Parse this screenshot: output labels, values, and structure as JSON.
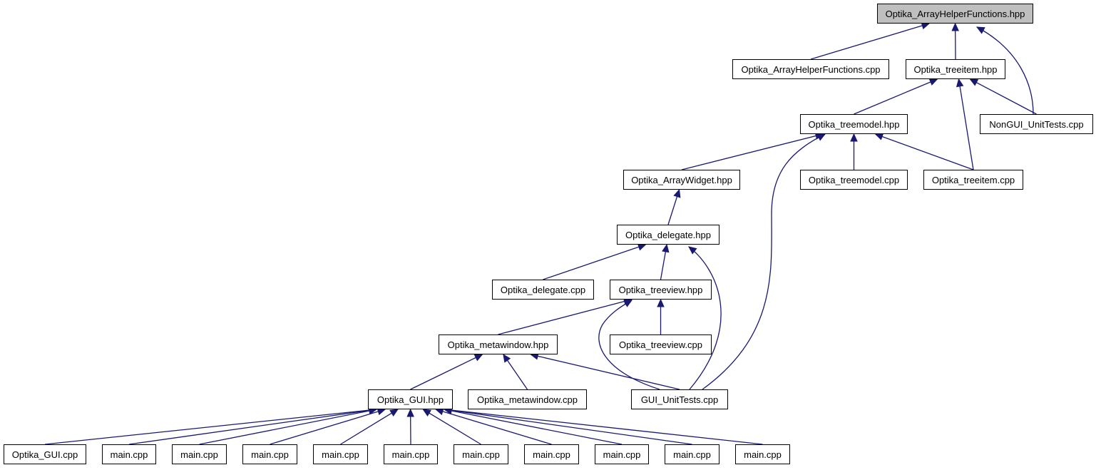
{
  "graph": {
    "edge_color": "#191970",
    "root_fill": "#bfbfbf",
    "nodes": {
      "n_ahf_hpp": "Optika_ArrayHelperFunctions.hpp",
      "n_ahf_cpp": "Optika_ArrayHelperFunctions.cpp",
      "n_treeitem_hpp": "Optika_treeitem.hpp",
      "n_treemodel_hpp": "Optika_treemodel.hpp",
      "n_nongui": "NonGUI_UnitTests.cpp",
      "n_arraywidget_hpp": "Optika_ArrayWidget.hpp",
      "n_treemodel_cpp": "Optika_treemodel.cpp",
      "n_treeitem_cpp": "Optika_treeitem.cpp",
      "n_delegate_hpp": "Optika_delegate.hpp",
      "n_delegate_cpp": "Optika_delegate.cpp",
      "n_treeview_hpp": "Optika_treeview.hpp",
      "n_metawindow_hpp": "Optika_metawindow.hpp",
      "n_treeview_cpp": "Optika_treeview.cpp",
      "n_gui_hpp": "Optika_GUI.hpp",
      "n_metawindow_cpp": "Optika_metawindow.cpp",
      "n_gui_unittests": "GUI_UnitTests.cpp",
      "n_gui_cpp": "Optika_GUI.cpp",
      "n_main1": "main.cpp",
      "n_main2": "main.cpp",
      "n_main3": "main.cpp",
      "n_main4": "main.cpp",
      "n_main5": "main.cpp",
      "n_main6": "main.cpp",
      "n_main7": "main.cpp",
      "n_main8": "main.cpp",
      "n_main9": "main.cpp",
      "n_main10": "main.cpp"
    },
    "edges": [
      [
        "n_ahf_cpp",
        "n_ahf_hpp"
      ],
      [
        "n_treeitem_hpp",
        "n_ahf_hpp"
      ],
      [
        "n_nongui",
        "n_ahf_hpp"
      ],
      [
        "n_treemodel_hpp",
        "n_treeitem_hpp"
      ],
      [
        "n_nongui",
        "n_treeitem_hpp"
      ],
      [
        "n_treeitem_cpp",
        "n_treeitem_hpp"
      ],
      [
        "n_arraywidget_hpp",
        "n_treemodel_hpp"
      ],
      [
        "n_treemodel_cpp",
        "n_treemodel_hpp"
      ],
      [
        "n_treeitem_cpp",
        "n_treemodel_hpp"
      ],
      [
        "n_gui_unittests",
        "n_treemodel_hpp"
      ],
      [
        "n_delegate_hpp",
        "n_arraywidget_hpp"
      ],
      [
        "n_delegate_cpp",
        "n_delegate_hpp"
      ],
      [
        "n_treeview_hpp",
        "n_delegate_hpp"
      ],
      [
        "n_gui_unittests",
        "n_delegate_hpp"
      ],
      [
        "n_metawindow_hpp",
        "n_treeview_hpp"
      ],
      [
        "n_treeview_cpp",
        "n_treeview_hpp"
      ],
      [
        "n_gui_unittests",
        "n_treeview_hpp"
      ],
      [
        "n_gui_hpp",
        "n_metawindow_hpp"
      ],
      [
        "n_metawindow_cpp",
        "n_metawindow_hpp"
      ],
      [
        "n_gui_unittests",
        "n_metawindow_hpp"
      ],
      [
        "n_gui_cpp",
        "n_gui_hpp"
      ],
      [
        "n_main1",
        "n_gui_hpp"
      ],
      [
        "n_main2",
        "n_gui_hpp"
      ],
      [
        "n_main3",
        "n_gui_hpp"
      ],
      [
        "n_main4",
        "n_gui_hpp"
      ],
      [
        "n_main5",
        "n_gui_hpp"
      ],
      [
        "n_main6",
        "n_gui_hpp"
      ],
      [
        "n_main7",
        "n_gui_hpp"
      ],
      [
        "n_main8",
        "n_gui_hpp"
      ],
      [
        "n_main9",
        "n_gui_hpp"
      ],
      [
        "n_main10",
        "n_gui_hpp"
      ]
    ]
  }
}
